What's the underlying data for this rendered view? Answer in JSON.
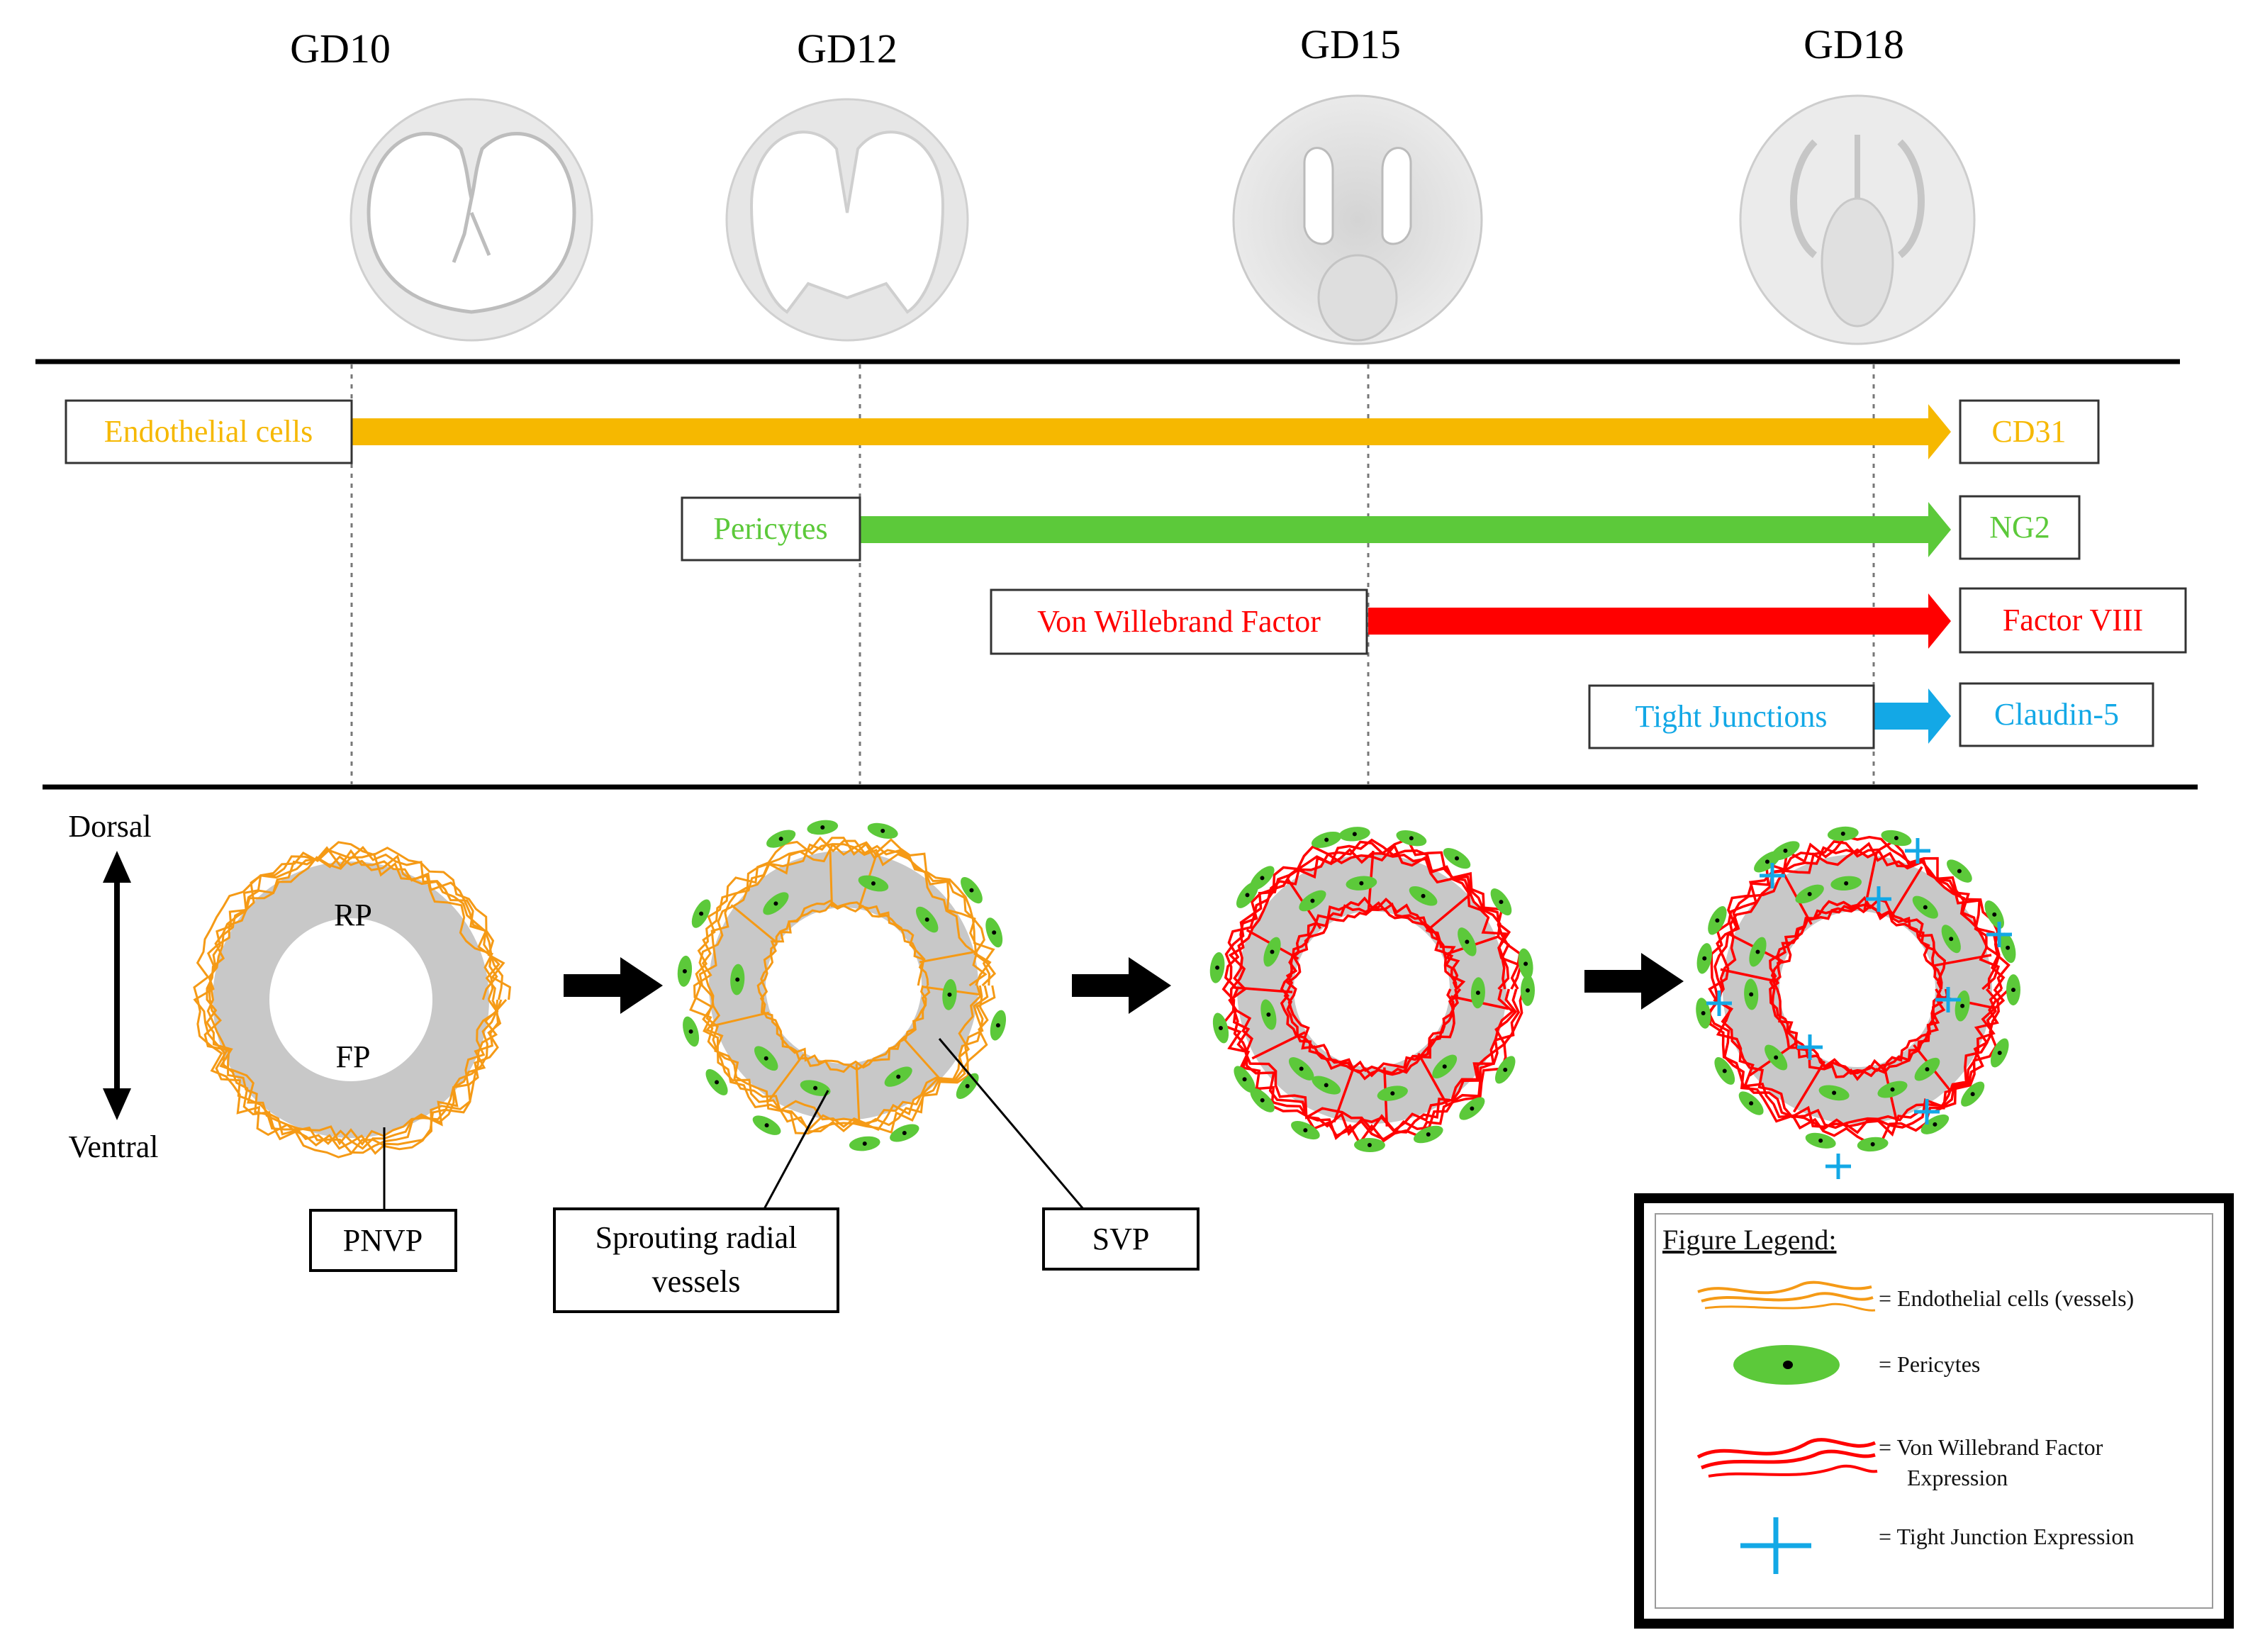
{
  "stages": [
    "GD10",
    "GD12",
    "GD15",
    "GD18"
  ],
  "colors": {
    "endothelial": "#F6B800",
    "pericyte": "#5CC93A",
    "vwf": "#FF0000",
    "tight_junction": "#13A8E6",
    "vessel_orange": "#F59A16",
    "tissue_gray": "#C8C8C8"
  },
  "markers": [
    {
      "cell_label": "Endothelial cells",
      "marker_label": "CD31",
      "color": "#F6B800"
    },
    {
      "cell_label": "Pericytes",
      "marker_label": "NG2",
      "color": "#5CC93A"
    },
    {
      "cell_label": "Von Willebrand Factor",
      "marker_label": "Factor VIII",
      "color": "#FF0000"
    },
    {
      "cell_label": "Tight Junctions",
      "marker_label": "Claudin-5",
      "color": "#13A8E6"
    }
  ],
  "axis": {
    "dorsal": "Dorsal",
    "ventral": "Ventral"
  },
  "tube_labels": {
    "rp": "RP",
    "fp": "FP"
  },
  "callouts": {
    "pnvp": "PNVP",
    "sprouting_line1": "Sprouting radial",
    "sprouting_line2": "vessels",
    "svp": "SVP"
  },
  "legend": {
    "title": "Figure Legend:",
    "items": [
      {
        "icon": "endothelial-vessel-icon",
        "text": "= Endothelial cells (vessels)"
      },
      {
        "icon": "pericyte-icon",
        "text": "= Pericytes"
      },
      {
        "icon": "vwf-vessel-icon",
        "text": "= Von Willebrand Factor",
        "text2": "Expression"
      },
      {
        "icon": "tight-junction-icon",
        "text": "= Tight Junction Expression"
      }
    ]
  }
}
